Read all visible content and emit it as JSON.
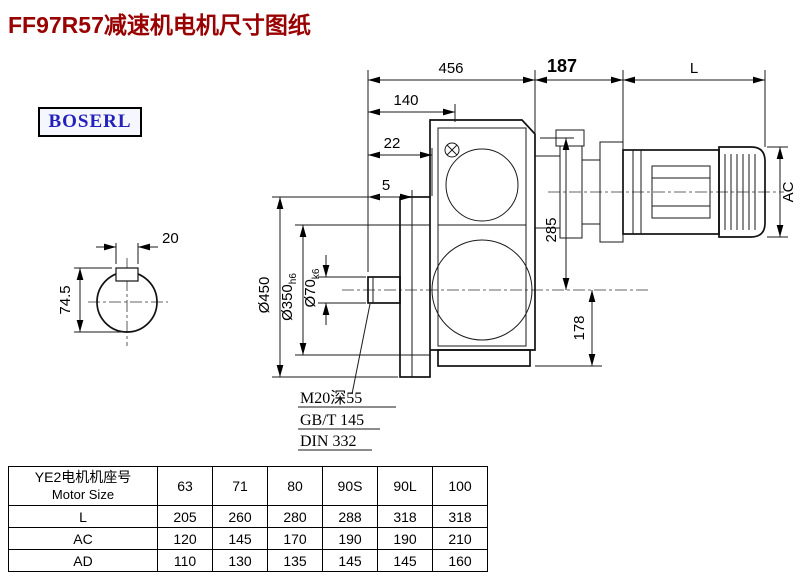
{
  "title": "FF97R57减速机电机尺寸图纸",
  "logo": {
    "text": "BOSERL"
  },
  "drawing": {
    "dims": {
      "top_456": "456",
      "top_187": "187",
      "top_L": "L",
      "front_140": "140",
      "front_22": "22",
      "front_5": "5",
      "height_285": "285",
      "height_178": "178",
      "motor_AC": "AC",
      "key_width_20": "20",
      "key_height_74_5": "74.5",
      "flange_dia": "Ø450",
      "spigot_dia_main": "Ø350",
      "spigot_dia_tol": "h6",
      "shaft_dia_main": "Ø70",
      "shaft_dia_tol": "k6"
    },
    "notes": {
      "tap": "M20深55",
      "std1": "GB/T 145",
      "std2": "DIN 332"
    }
  },
  "table": {
    "header_cn": "YE2电机机座号",
    "header_en": "Motor Size",
    "columns": [
      "63",
      "71",
      "80",
      "90S",
      "90L",
      "100"
    ],
    "rows": [
      {
        "label": "L",
        "values": [
          "205",
          "260",
          "280",
          "288",
          "318",
          "318"
        ]
      },
      {
        "label": "AC",
        "values": [
          "120",
          "145",
          "170",
          "190",
          "190",
          "210"
        ]
      },
      {
        "label": "AD",
        "values": [
          "110",
          "130",
          "135",
          "145",
          "145",
          "160"
        ]
      }
    ]
  }
}
